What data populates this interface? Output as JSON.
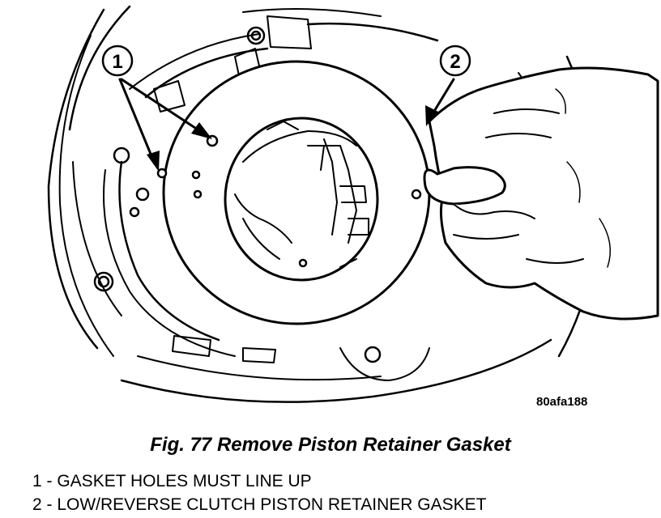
{
  "figure": {
    "code": "80afa188",
    "caption": "Fig. 77 Remove Piston Retainer Gasket",
    "callouts": [
      {
        "number": "1",
        "text": "GASKET HOLES MUST LINE UP"
      },
      {
        "number": "2",
        "text": "LOW/REVERSE CLUTCH PISTON RETAINER GASKET"
      }
    ],
    "legend": [
      "1 - GASKET HOLES MUST LINE UP",
      "2 - LOW/REVERSE CLUTCH PISTON RETAINER GASKET"
    ]
  }
}
